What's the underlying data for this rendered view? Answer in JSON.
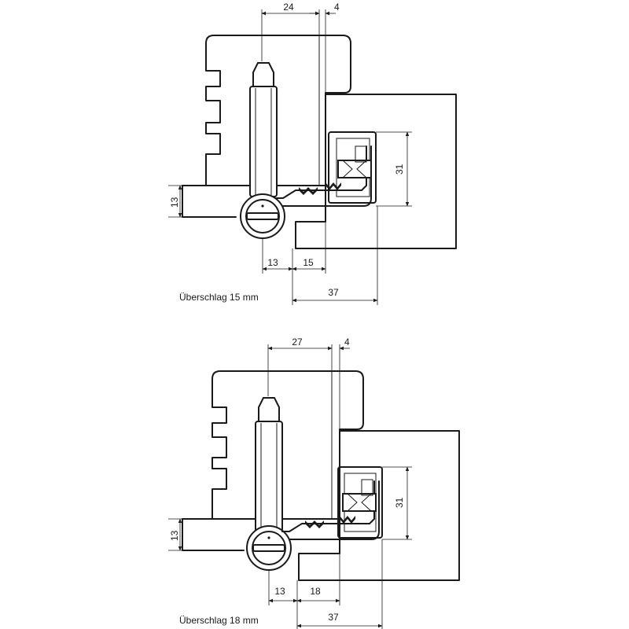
{
  "drawings": [
    {
      "caption": "Überschlag 15 mm",
      "dim_top_main": "24",
      "dim_top_small": "4",
      "dim_right": "31",
      "dim_left": "13",
      "dim_bottom_a": "13",
      "dim_bottom_b": "15",
      "dim_bottom_total": "37"
    },
    {
      "caption": "Überschlag 18 mm",
      "dim_top_main": "27",
      "dim_top_small": "4",
      "dim_right": "31",
      "dim_left": "13",
      "dim_bottom_a": "13",
      "dim_bottom_b": "18",
      "dim_bottom_total": "37"
    }
  ]
}
